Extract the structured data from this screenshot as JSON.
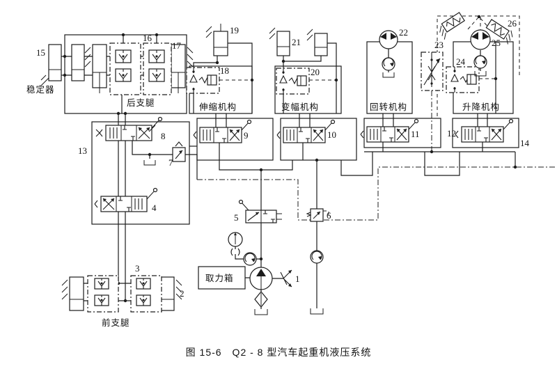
{
  "diagram": {
    "caption": "图 15-6　Q2 - 8 型汽车起重机液压系统",
    "groups": {
      "stabilizer": "稳定器",
      "rear_outrigger": "后支腿",
      "telescope": "伸缩机构",
      "luffing": "变幅机构",
      "slewing": "回转机构",
      "hoisting": "升降机构",
      "front_outrigger": "前支腿",
      "pto": "取力箱"
    },
    "parts": {
      "p1": "1",
      "p2": "2",
      "p3": "3",
      "p4": "4",
      "p5": "5",
      "p6": "6",
      "p7": "7",
      "p8": "8",
      "p9": "9",
      "p10": "10",
      "p11": "11",
      "p12": "12",
      "p13": "13",
      "p14": "14",
      "p15": "15",
      "p16": "16",
      "p17": "17",
      "p18": "18",
      "p19": "19",
      "p20": "20",
      "p21": "21",
      "p22": "22",
      "p23": "23",
      "p24": "24",
      "p25": "25",
      "p26": "26"
    },
    "colors": {
      "line": "#1c1c1c",
      "background": "#ffffff"
    }
  }
}
